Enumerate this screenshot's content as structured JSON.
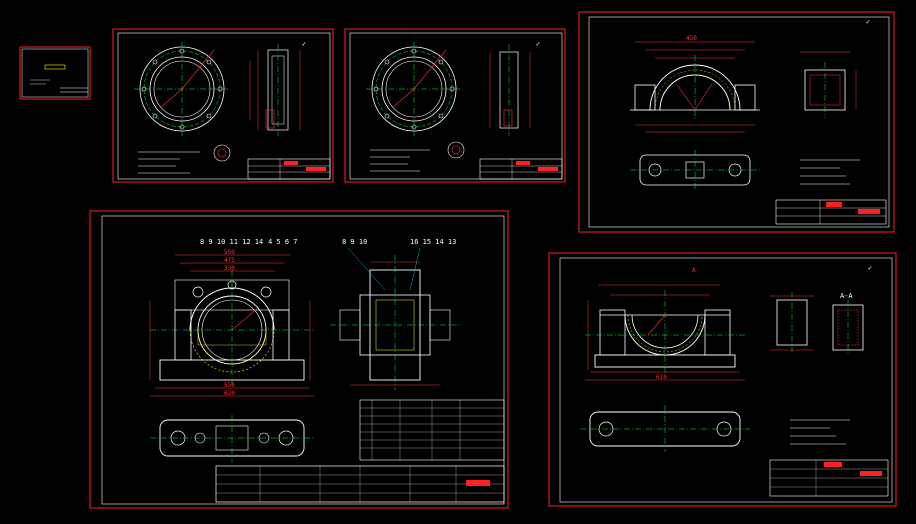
{
  "colors": {
    "background": "#000000",
    "frame": "#ff2020",
    "outline": "#ffffff",
    "centerline": "#00ff40",
    "dimension": "#ff3030",
    "leader": "#00d0ff",
    "hatch": "#ffff00"
  },
  "sheets": {
    "assembly": {
      "balloons_left": "8 9 10 11 12 14",
      "balloons_top_right": "4 5 6 7",
      "balloons_side_left": "8 9 10",
      "balloons_side_right": "16 15 14 13",
      "dim_outer": "550",
      "dim_mid": "475",
      "dim_inner": "330",
      "dim_bottom_1": "550",
      "dim_bottom_2": "620"
    },
    "base": {
      "dim_top": "A",
      "dim_bottom": "610",
      "section_label": "A-A"
    },
    "cap": {
      "dim_top": "450"
    }
  }
}
